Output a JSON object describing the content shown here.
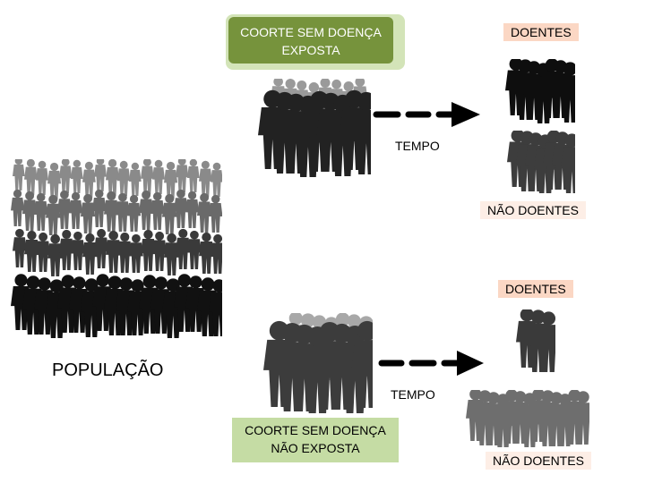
{
  "diagram": {
    "cohort_exposed": "COORTE SEM DOENÇA EXPOSTA",
    "cohort_exposed_lines": [
      "COORTE SEM DOENÇA",
      "EXPOSTA"
    ],
    "cohort_unexposed_lines": [
      "COORTE SEM DOENÇA",
      "NÃO EXPOSTA"
    ],
    "population": "POPULAÇÃO",
    "time_top": "TEMPO",
    "time_bottom": "TEMPO",
    "sick_top": "DOENTES",
    "not_sick_top": "NÃO DOENTES",
    "sick_bottom": "DOENTES",
    "not_sick_bottom": "NÃO DOENTES"
  },
  "colors": {
    "exposed_box": "#76933c",
    "exposed_halo": "#d3e4b8",
    "unexposed_box": "#c5dca4",
    "outcome_label": "#fbd7c4",
    "crowd_dark": "#111111",
    "crowd_mid": "#3a3a3a",
    "crowd_light": "#7a7a7a"
  },
  "icons": [
    "crowd-silhouette-icon",
    "dashed-arrow-icon"
  ]
}
